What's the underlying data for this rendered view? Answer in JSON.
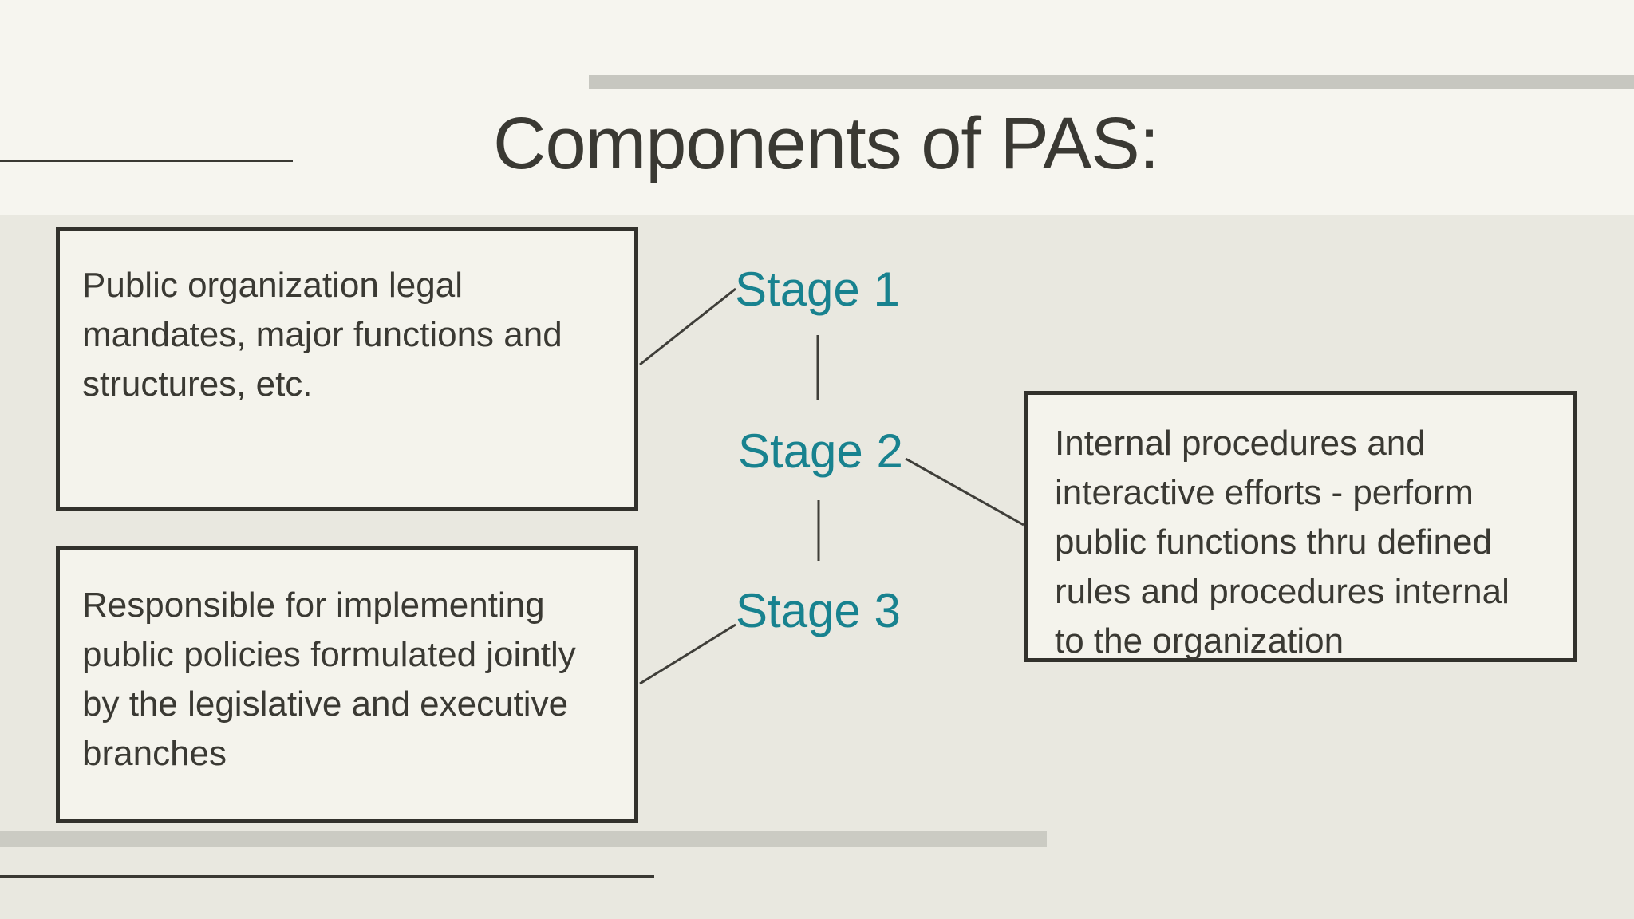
{
  "slide": {
    "title": "Components of PAS:",
    "boxes": [
      {
        "id": "box-public-organization",
        "text": "Public organization legal mandates, major functions and structures, etc."
      },
      {
        "id": "box-responsible",
        "text": "Responsible for implementing public policies formulated jointly by the legislative and executive branches"
      },
      {
        "id": "box-internal-procedures",
        "text": "Internal procedures and interactive efforts - perform public functions thru defined rules and procedures internal to the organization"
      }
    ],
    "stages": [
      {
        "label": "Stage 1"
      },
      {
        "label": "Stage 2"
      },
      {
        "label": "Stage 3"
      }
    ],
    "colors": {
      "band_top": "#f6f5ef",
      "band_main": "#e9e8e0",
      "box_fill": "#f4f3ec",
      "box_border": "#32312c",
      "text_dark": "#3a3933",
      "stage_teal": "#18828f",
      "accent_gray": "#c7c7c0",
      "connector": "#3f3e39"
    }
  }
}
